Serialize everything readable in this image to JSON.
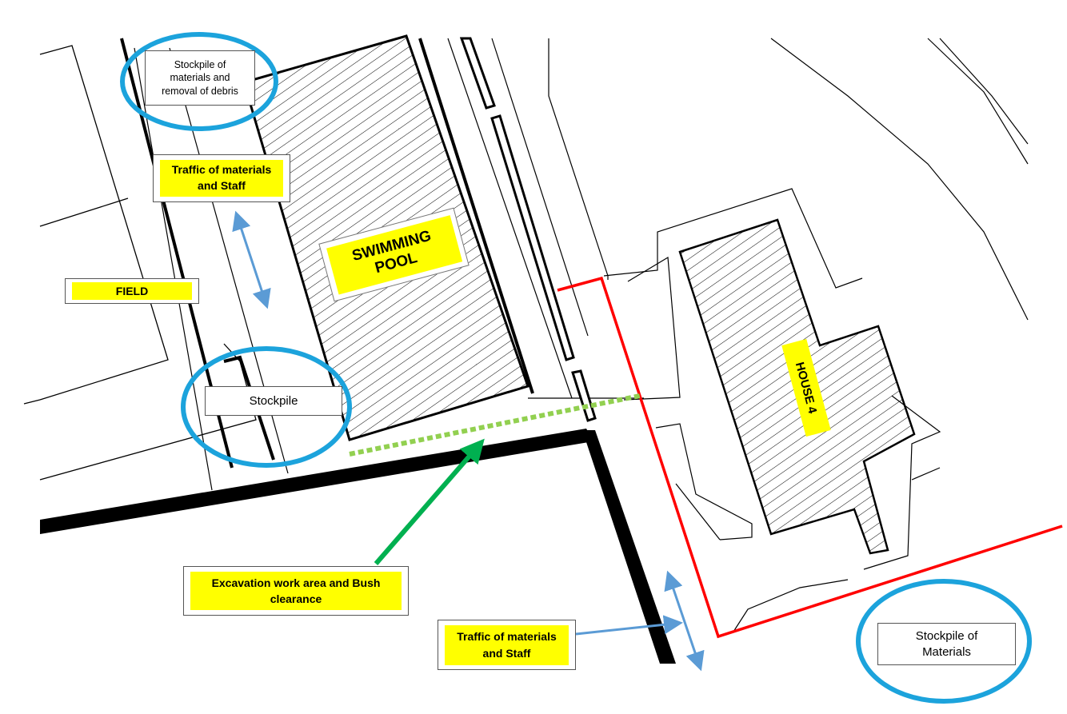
{
  "colors": {
    "highlight": "#ffff00",
    "zone_circle": "#1ca3dc",
    "traffic_arrow": "#5b9bd5",
    "boundary": "#ff0000",
    "excavation_line": "#92d050",
    "pointer_arrow": "#00b050",
    "wall": "#000000"
  },
  "labels": {
    "stockpile_debris": "Stockpile of\nmaterials and\nremoval of debris",
    "traffic_top": "Traffic of materials\nand Staff",
    "field": "FIELD",
    "swimming_pool": "SWIMMING\nPOOL",
    "stockpile": "Stockpile",
    "house": "HOUSE 4",
    "excavation": "Excavation work area and Bush\nclearance",
    "traffic_bottom": "Traffic of materials\nand Staff",
    "stockpile_materials": "Stockpile of\nMaterials"
  },
  "icons": {
    "zone_marker": "circle-outline",
    "traffic_marker": "double-headed-arrow",
    "pointer": "arrow"
  }
}
